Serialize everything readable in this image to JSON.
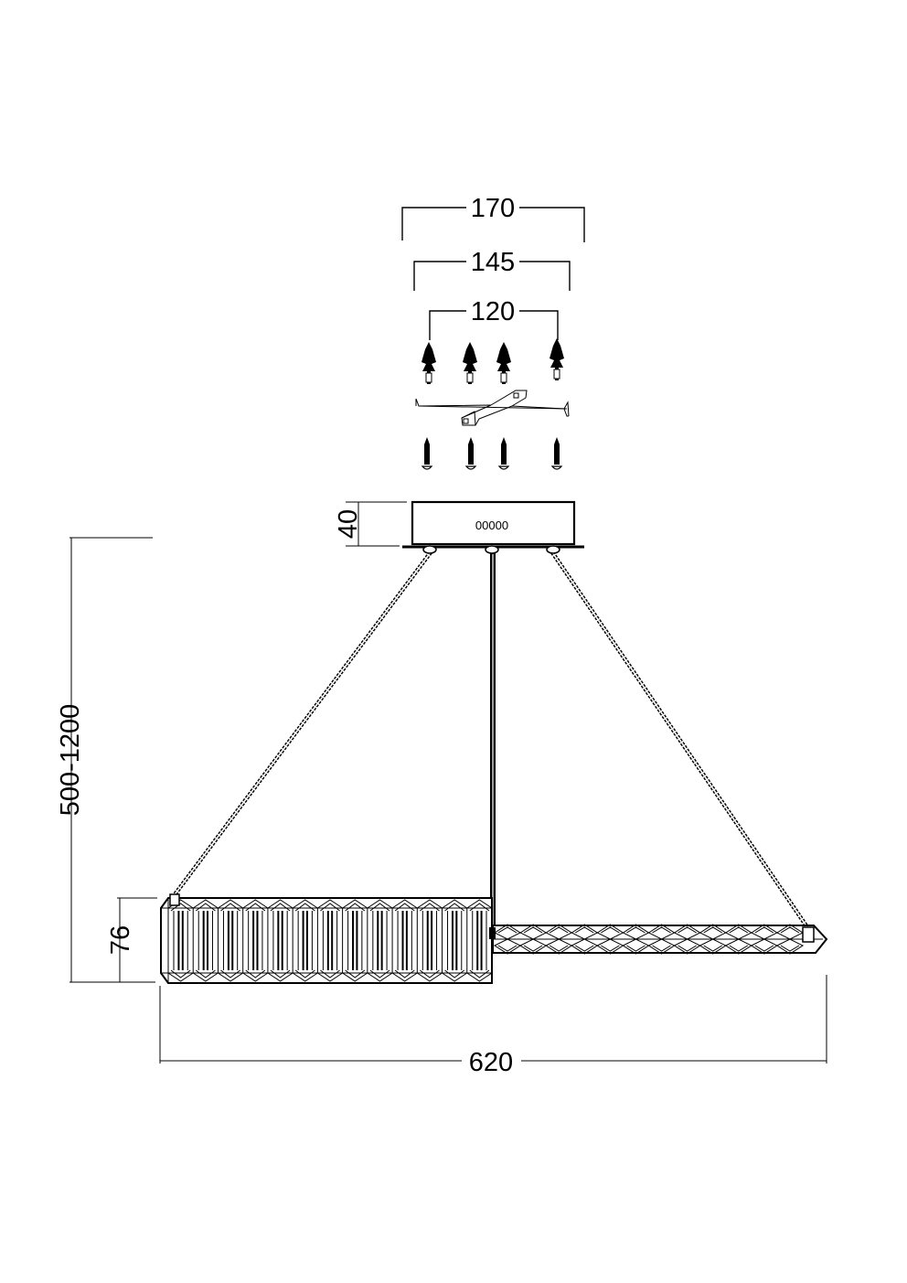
{
  "dimensions": {
    "width_170": "170",
    "width_145": "145",
    "width_120": "120",
    "canopy_height": "40",
    "suspension_height": "500-1200",
    "ring_height": "76",
    "overall_width": "620"
  },
  "canopy": {
    "label": "00000"
  },
  "colors": {
    "line": "#000000",
    "background": "#ffffff"
  }
}
